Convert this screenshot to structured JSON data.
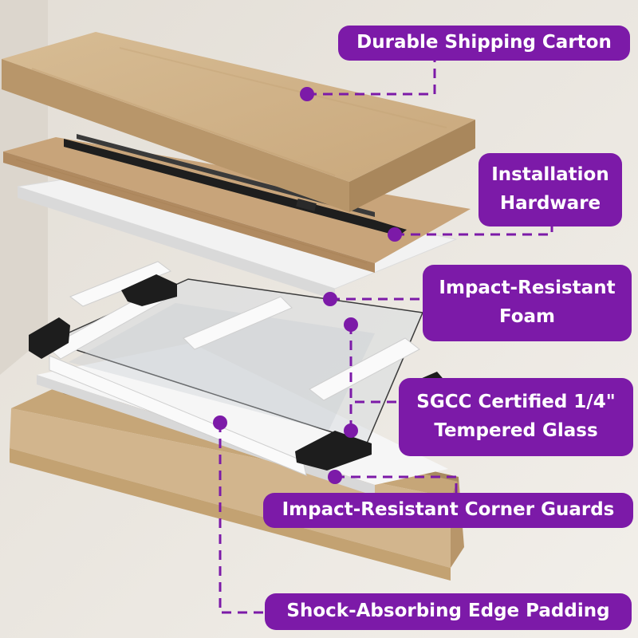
{
  "labels": {
    "carton": "Durable Shipping Carton",
    "hardware_line1": "Installation",
    "hardware_line2": "Hardware",
    "foam_line1": "Impact-Resistant",
    "foam_line2": "Foam",
    "glass_line1": "SGCC Certified 1/4\"",
    "glass_line2": "Tempered Glass",
    "corner_guards": "Impact-Resistant Corner Guards",
    "edge_padding": "Shock-Absorbing Edge Padding"
  },
  "colors": {
    "accent": "#7c1aa8",
    "cardboard": "#cfb086",
    "foam": "#f4f4f4",
    "corner_guard": "#1d1d1d"
  }
}
